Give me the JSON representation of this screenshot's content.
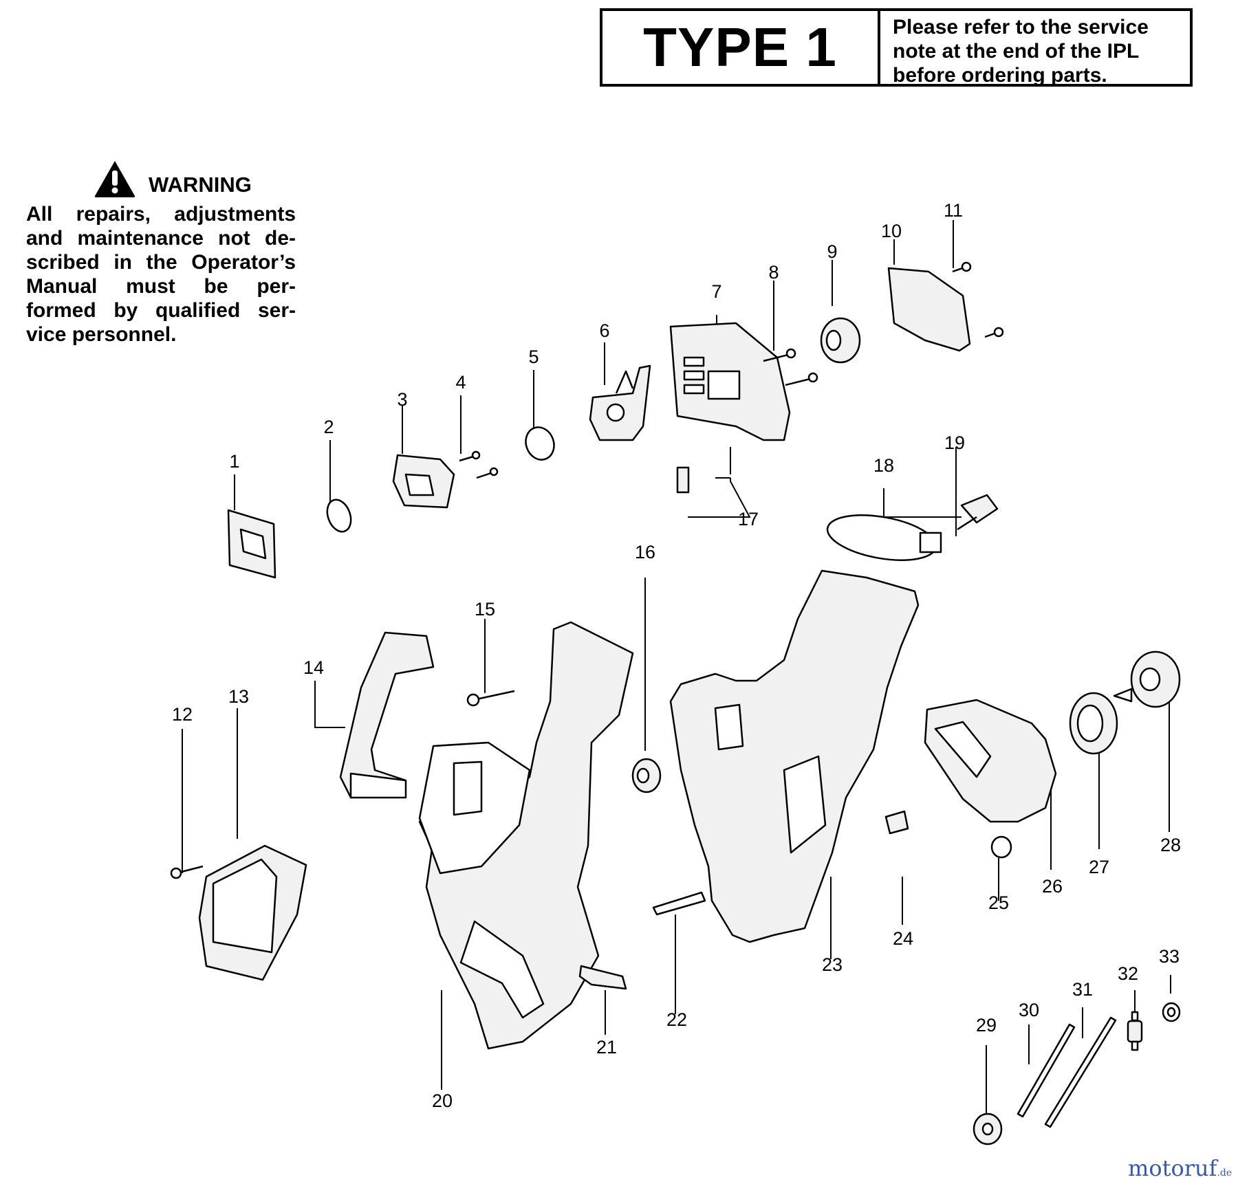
{
  "type_box": {
    "title": "TYPE 1",
    "note_lines": [
      "Please  refer  to the service",
      "note  at the end of the IPL",
      "before ordering  parts."
    ]
  },
  "warning": {
    "title": "WARNING",
    "lines": [
      "All  repairs,  adjustments",
      "and maintenance not de-",
      "scribed in the Operator’s",
      "Manual  must  be  per-",
      "formed by qualified  ser-",
      "vice personnel."
    ]
  },
  "part_numbers": [
    "1",
    "2",
    "3",
    "4",
    "5",
    "6",
    "7",
    "8",
    "9",
    "10",
    "11",
    "12",
    "13",
    "14",
    "15",
    "16",
    "17",
    "18",
    "19",
    "20",
    "21",
    "22",
    "23",
    "24",
    "25",
    "26",
    "27",
    "28",
    "29",
    "30",
    "31",
    "32",
    "33"
  ],
  "watermark": {
    "main": "motoruf",
    "suffix": ".de"
  }
}
